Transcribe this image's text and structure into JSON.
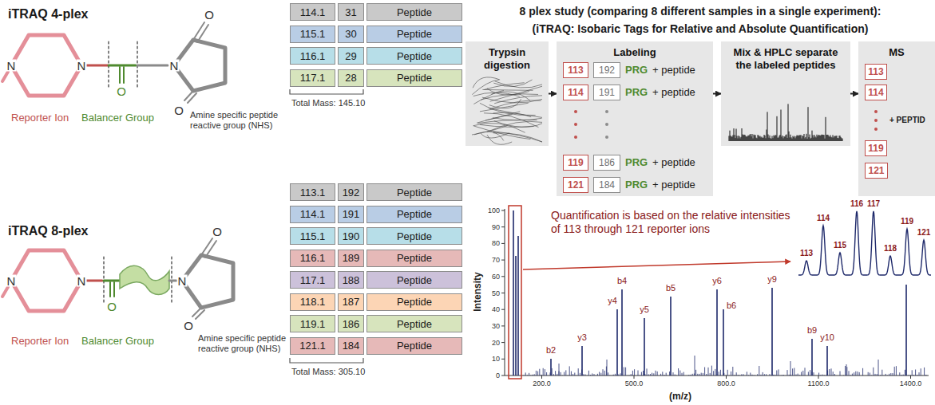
{
  "diagram": {
    "title": "8 plex study (comparing 8 different samples in a single experiment):",
    "nodes": [
      {
        "text": [
          "114.1"
        ]
      },
      {
        "text": [
          "31"
        ]
      },
      {
        "text": [
          "Peptide"
        ]
      },
      {
        "text": [
          "115.1"
        ]
      },
      {
        "text": [
          "30"
        ]
      },
      {
        "text": [
          "Peptide"
        ]
      },
      {
        "text": [
          "116.1"
        ]
      },
      {
        "text": [
          "29"
        ]
      },
      {
        "text": [
          "Peptide"
        ]
      },
      {
        "text": [
          "117.1"
        ]
      },
      {
        "text": [
          "28"
        ]
      },
      {
        "text": [
          "Peptide"
        ]
      },
      {
        "text": [
          "113.1"
        ]
      },
      {
        "text": [
          "192"
        ]
      },
      {
        "text": [
          "Peptide"
        ]
      },
      {
        "text": [
          "114.1"
        ]
      },
      {
        "text": [
          "191"
        ]
      },
      {
        "text": [
          "Peptide"
        ]
      },
      {
        "text": [
          "115.1"
        ]
      },
      {
        "text": [
          "190"
        ]
      },
      {
        "text": [
          "Peptide"
        ]
      },
      {
        "text": [
          "116.1"
        ]
      },
      {
        "text": [
          "189"
        ]
      },
      {
        "text": [
          "Peptide"
        ]
      },
      {
        "text": [
          "117.1"
        ]
      },
      {
        "text": [
          "188"
        ]
      },
      {
        "text": [
          "Peptide"
        ]
      },
      {
        "text": [
          "118.1"
        ]
      },
      {
        "text": [
          "187"
        ]
      },
      {
        "text": [
          "Peptide"
        ]
      },
      {
        "text": [
          "119.1"
        ]
      },
      {
        "text": [
          "186"
        ]
      },
      {
        "text": [
          "Peptide"
        ]
      },
      {
        "text": [
          "121.1"
        ]
      },
      {
        "text": [
          "184"
        ]
      },
      {
        "text": [
          "Peptide"
        ]
      },
      {
        "text": [
          "Trypsin digestion"
        ]
      },
      {
        "text": [
          "Labeling"
        ]
      },
      {
        "text": [
          "113"
        ],
        "in": 37
      },
      {
        "text": [
          "192"
        ],
        "in": 37
      },
      {
        "text": [
          "114"
        ],
        "in": 37
      },
      {
        "text": [
          "191"
        ],
        "in": 37
      },
      {
        "text": [
          "119"
        ],
        "in": 37
      },
      {
        "text": [
          "186"
        ],
        "in": 37
      },
      {
        "text": [
          "121"
        ],
        "in": 37
      },
      {
        "text": [
          "184"
        ],
        "in": 37
      },
      {
        "text": [
          "Mix & HPLC separate the labeled peptides"
        ]
      },
      {
        "text": [
          "MS"
        ]
      },
      {
        "text": [
          "113"
        ],
        "in": 47
      },
      {
        "text": [
          "114"
        ],
        "in": 47
      },
      {
        "text": [
          "119"
        ],
        "in": 47
      },
      {
        "text": [
          "121"
        ],
        "in": 47
      }
    ],
    "edges": [
      {
        "from": 36,
        "to": 37,
        "arrow": "to"
      },
      {
        "from": 37,
        "to": 46,
        "arrow": "to"
      },
      {
        "from": 46,
        "to": 47,
        "arrow": "to"
      }
    ],
    "labels": [
      "iTRAQ 4-plex",
      "N",
      "N",
      "O",
      "N",
      "O",
      "O",
      "Reporter Ion",
      "Balancer Group",
      "Amine specific peptide reactive group (NHS)",
      "Total Mass: 145.10",
      "iTRAQ 8-plex",
      "N",
      "N",
      "O",
      "N",
      "O",
      "O",
      "Reporter Ion",
      "Balancer Group",
      "Amine specific peptide reactive group (NHS)",
      "Total Mass: 305.10",
      "(iTRAQ: Isobaric Tags for Relative and Absolute Quantification)",
      "PRG",
      "+ peptide",
      "PRG",
      "+ peptide",
      "PRG",
      "+ peptide",
      "PRG",
      "+ peptide",
      "+ PEPTID",
      "Quantification is based on the relative intensities of 113 through 121 reporter ions",
      "Intensity",
      "0",
      "10",
      "20",
      "30",
      "40",
      "50",
      "60",
      "70",
      "80",
      "90",
      "100",
      "200.0",
      "500.0",
      "800.0",
      "1100.0",
      "1400.0",
      "(m/z)",
      "b2",
      "y3",
      "b4",
      "y4",
      "y5",
      "b5",
      "y6",
      "b6",
      "y9",
      "b9",
      "y10",
      "113",
      "114",
      "115",
      "116",
      "117",
      "118",
      "119",
      "121"
    ]
  }
}
